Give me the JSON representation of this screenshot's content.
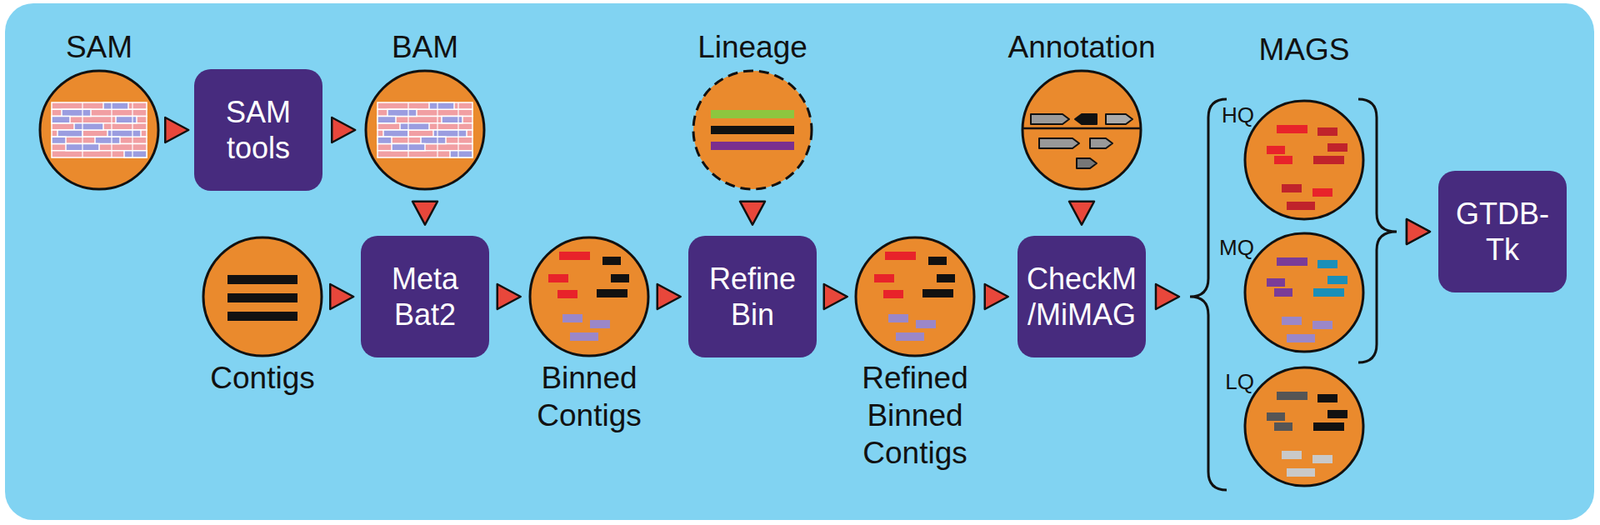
{
  "diagram": {
    "nodes": [
      {
        "text": [
          "SAM"
        ]
      },
      {
        "text": [
          "SAM tools"
        ]
      },
      {
        "text": [
          "BAM"
        ]
      },
      {
        "text": [
          "Lineage"
        ]
      },
      {
        "text": [
          "Annotation"
        ]
      },
      {
        "text": [
          "MAGS"
        ]
      },
      {
        "text": [
          "HQ"
        ],
        "in": 5
      },
      {
        "text": [
          "MQ"
        ],
        "in": 5
      },
      {
        "text": [
          "LQ"
        ],
        "in": 5
      },
      {
        "text": [
          "GTDB-Tk"
        ]
      },
      {
        "text": [
          "Contigs"
        ]
      },
      {
        "text": [
          "Meta Bat2"
        ]
      },
      {
        "text": [
          "Binned Contigs"
        ]
      },
      {
        "text": [
          "Refine Bin"
        ]
      },
      {
        "text": [
          "Refined Binned Contigs"
        ]
      },
      {
        "text": [
          "CheckM /MiMAG"
        ]
      }
    ],
    "edges": [
      {
        "from": 0,
        "to": 1,
        "arrow": "to"
      },
      {
        "from": 1,
        "to": 2,
        "arrow": "to"
      },
      {
        "from": 2,
        "to": 11,
        "arrow": "to"
      },
      {
        "from": 10,
        "to": 11,
        "arrow": "to"
      },
      {
        "from": 11,
        "to": 12,
        "arrow": "to"
      },
      {
        "from": 12,
        "to": 13,
        "arrow": "to"
      },
      {
        "from": 3,
        "to": 13,
        "arrow": "to"
      },
      {
        "from": 13,
        "to": 14,
        "arrow": "to"
      },
      {
        "from": 14,
        "to": 15,
        "arrow": "to"
      },
      {
        "from": 4,
        "to": 15,
        "arrow": "to"
      },
      {
        "from": 15,
        "to": 5,
        "arrow": "to"
      },
      {
        "from": 6,
        "to": 9,
        "arrow": "to"
      },
      {
        "from": 7,
        "to": 9,
        "arrow": "to"
      }
    ]
  }
}
